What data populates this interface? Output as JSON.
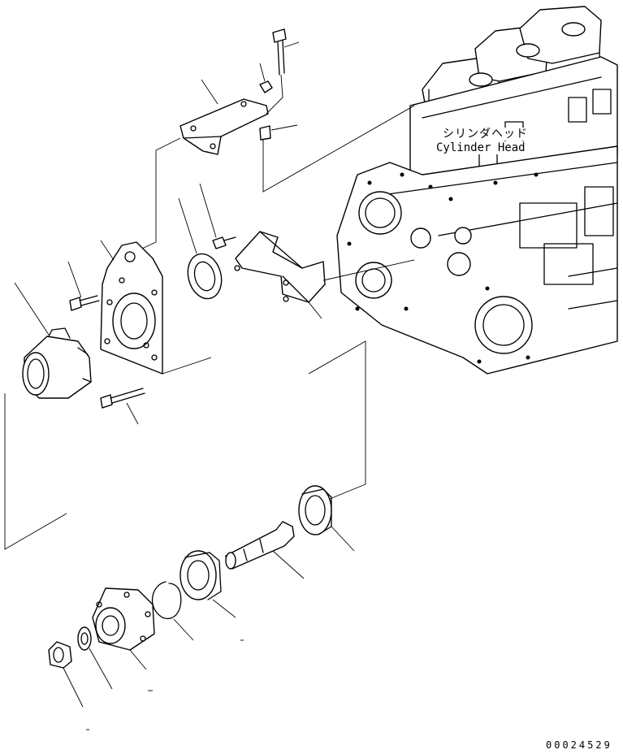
{
  "labels": {
    "cylinder_head_jp": "シリンダヘッド",
    "cylinder_head_en": "Cylinder Head"
  },
  "drawing_number": "00024529"
}
